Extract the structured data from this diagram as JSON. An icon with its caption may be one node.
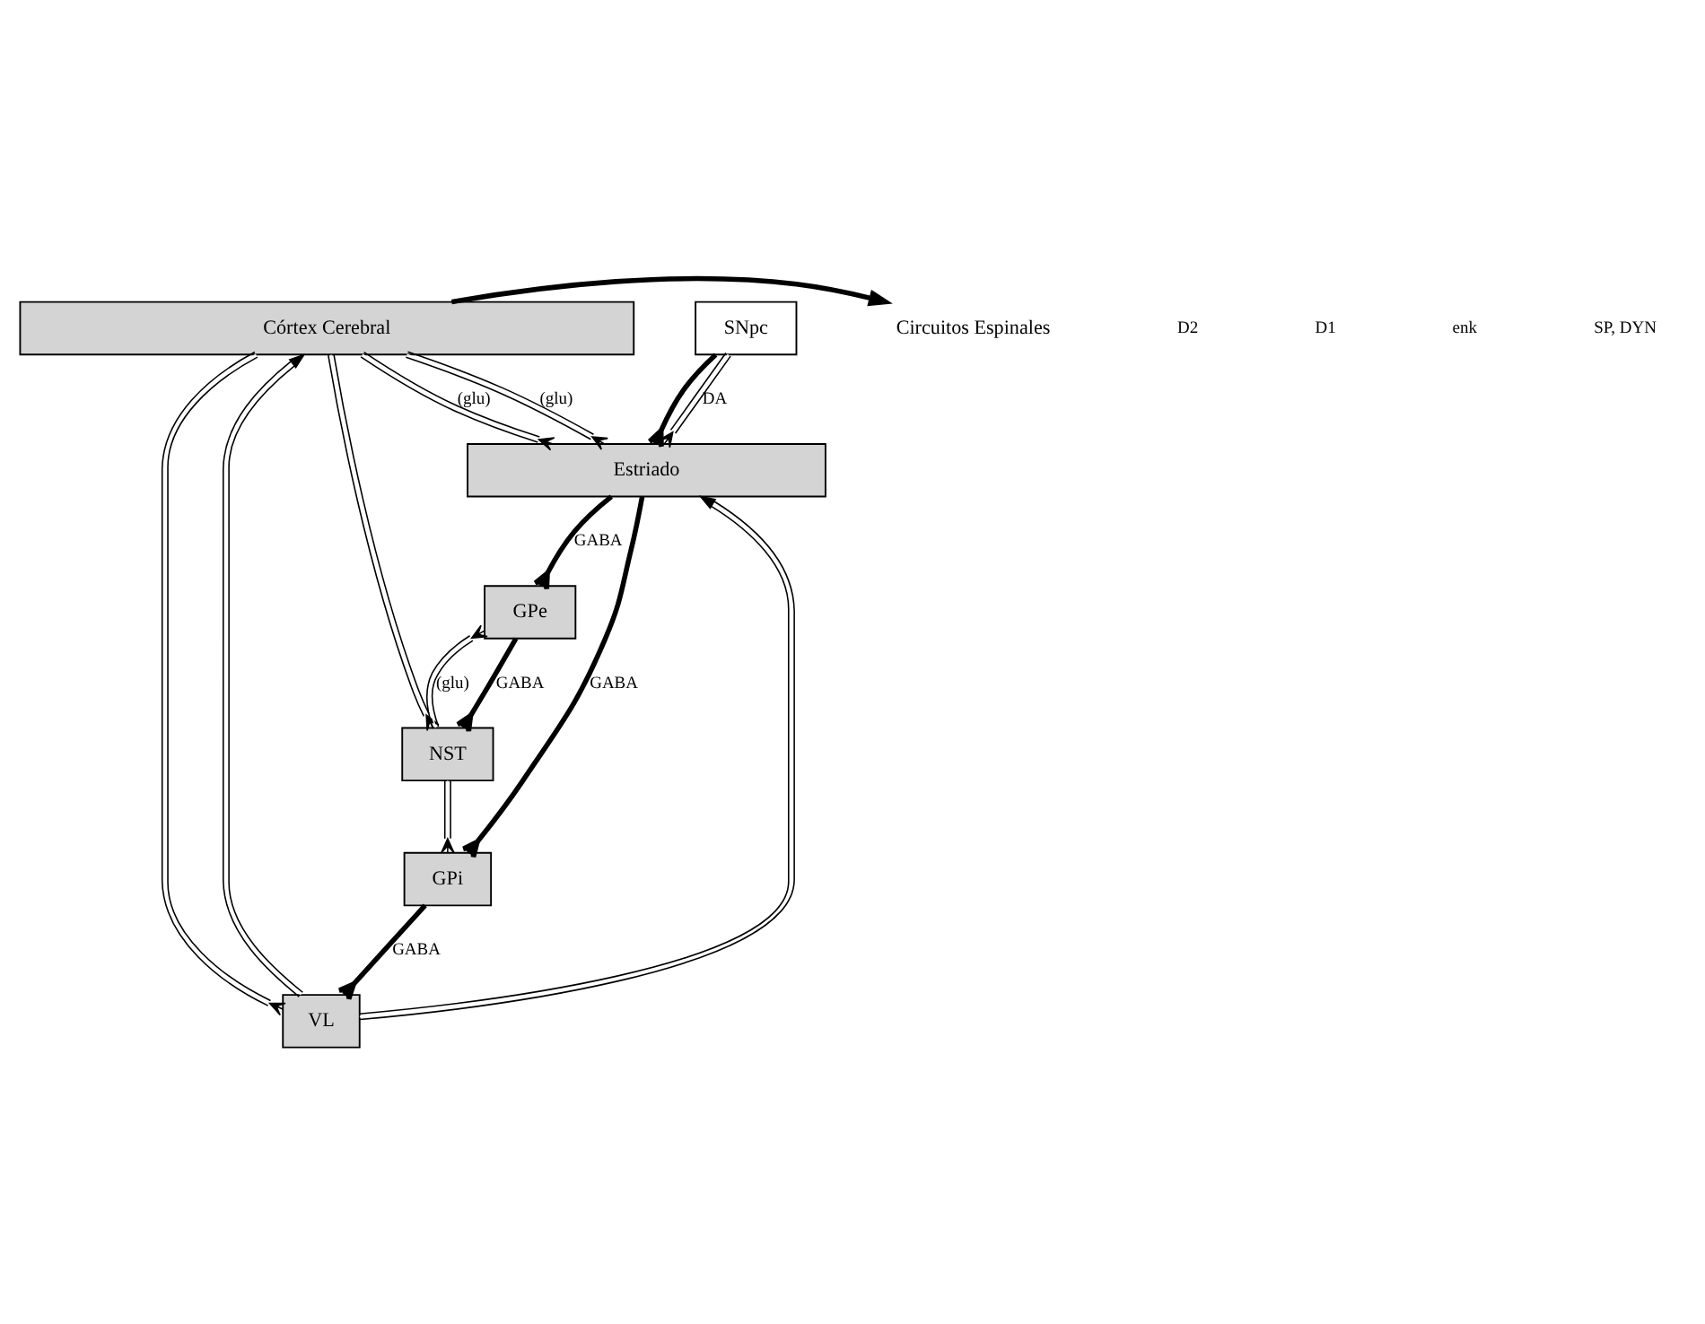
{
  "diagram": {
    "nodes": [
      {
        "text": [
          "Córtex Cerebral"
        ]
      },
      {
        "text": [
          "Estriado"
        ]
      },
      {
        "text": [
          "GPe"
        ]
      },
      {
        "text": [
          "NST"
        ]
      },
      {
        "text": [
          "SNpc"
        ]
      },
      {
        "text": [
          "GPi"
        ]
      },
      {
        "text": [
          "VL"
        ]
      },
      {
        "text": [
          "Circuitos Espinales"
        ]
      }
    ],
    "edges": [
      {
        "from": 0,
        "to": 7,
        "arrow": "to",
        "style": "thick"
      },
      {
        "from": 0,
        "to": 3,
        "arrow": "other"
      },
      {
        "from": 0,
        "to": 1,
        "arrow": "other",
        "label": "(glu)"
      },
      {
        "from": 0,
        "to": 1,
        "arrow": "other",
        "label": "(glu)"
      },
      {
        "from": 0,
        "to": 6,
        "arrow": "other"
      },
      {
        "from": 1,
        "to": 2,
        "arrow": "other",
        "style": "thick",
        "label": "GABA"
      },
      {
        "from": 1,
        "to": 5,
        "arrow": "other",
        "style": "thick",
        "label": "GABA"
      },
      {
        "from": 4,
        "to": 1,
        "arrow": "other",
        "style": "thick"
      },
      {
        "from": 4,
        "to": 1,
        "arrow": "other",
        "label": "DA"
      },
      {
        "from": 2,
        "to": 3,
        "arrow": "other",
        "style": "thick",
        "label": "GABA"
      },
      {
        "from": 3,
        "to": 2,
        "arrow": "other",
        "label": "(glu)"
      },
      {
        "from": 3,
        "to": 5,
        "arrow": "other"
      },
      {
        "from": 5,
        "to": 6,
        "arrow": "other",
        "style": "thick",
        "label": "GABA"
      },
      {
        "from": 6,
        "to": 0,
        "arrow": "to"
      },
      {
        "from": 6,
        "to": 1,
        "arrow": "to"
      }
    ],
    "labels": [
      "D2",
      "D1",
      "enk",
      "SP, DYN"
    ]
  }
}
